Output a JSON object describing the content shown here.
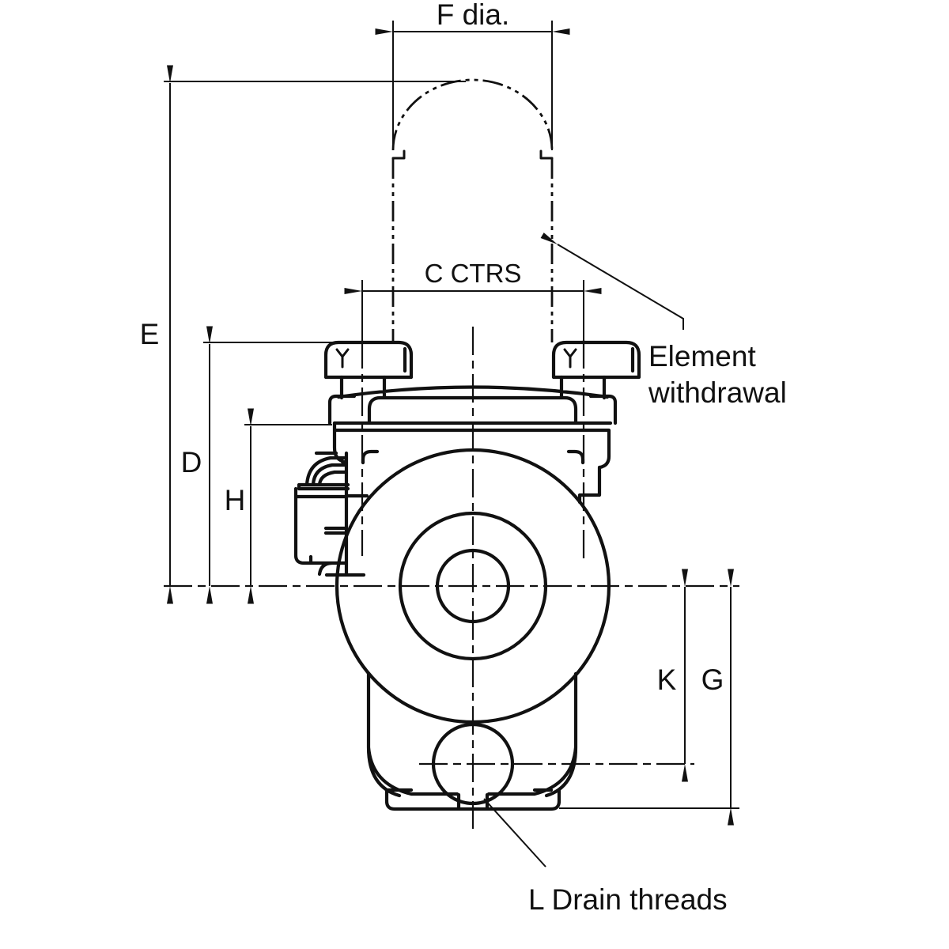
{
  "drawing": {
    "title_hint": "Filter housing dimensional drawing",
    "background_color": "#ffffff",
    "line_color": "#111111",
    "labels": {
      "f_dia": "F dia.",
      "c_ctrs": "C CTRS",
      "e": "E",
      "d": "D",
      "h": "H",
      "k": "K",
      "g": "G",
      "element_withdrawal_line1": "Element",
      "element_withdrawal_line2": "withdrawal",
      "l_drain": "L Drain threads"
    },
    "dimension_letters_shown": [
      "F dia.",
      "C CTRS",
      "E",
      "D",
      "H",
      "K",
      "G",
      "L"
    ]
  }
}
